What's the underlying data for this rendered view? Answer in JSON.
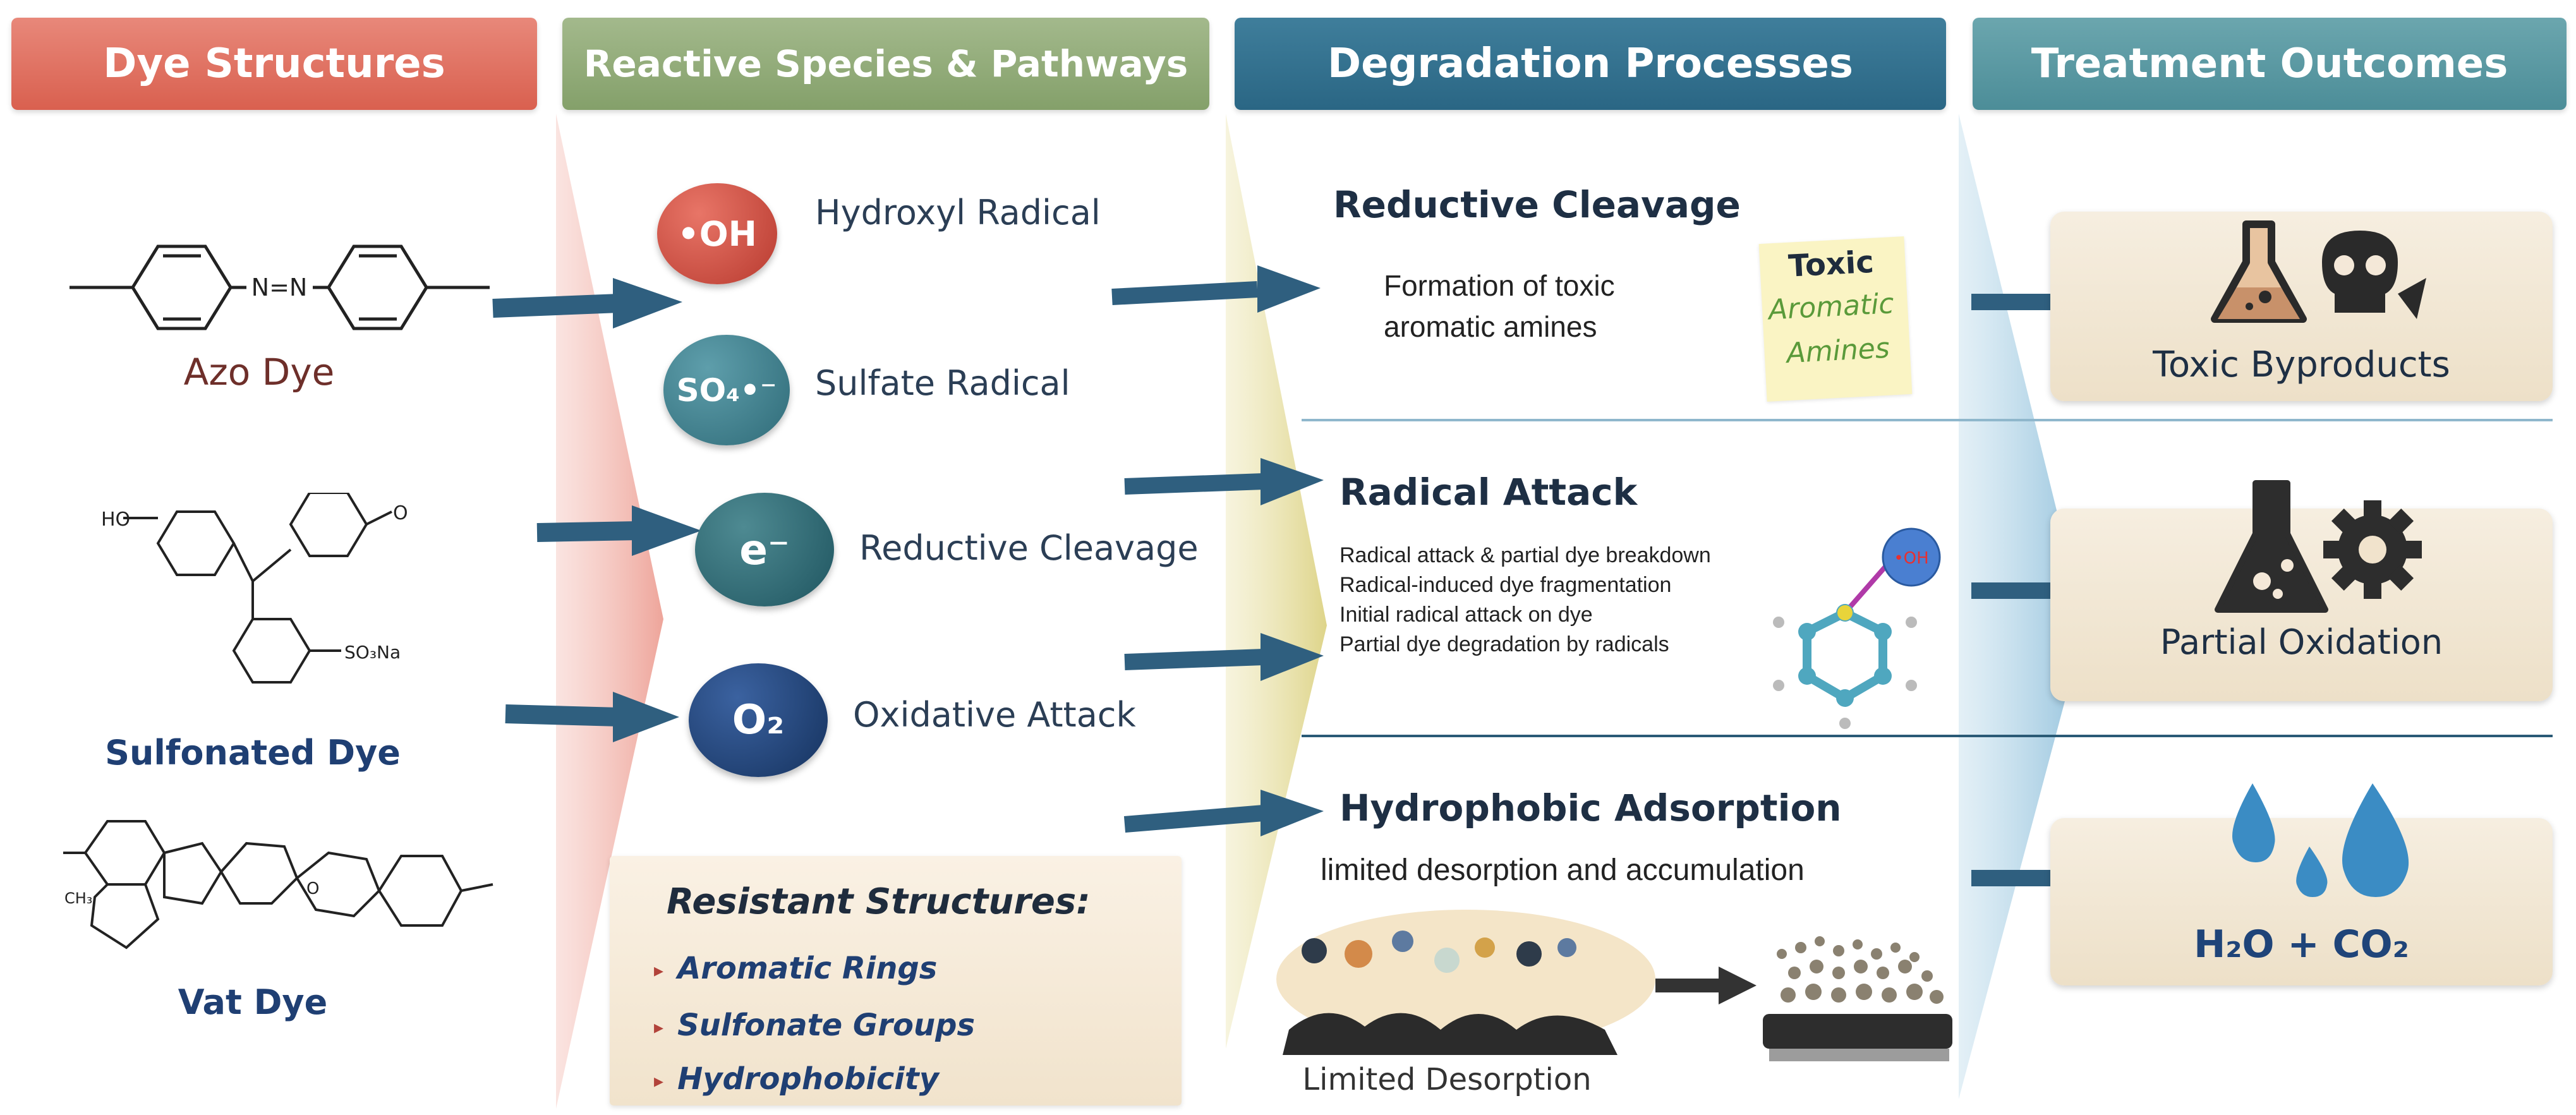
{
  "headers": {
    "dye": "Dye Structures",
    "reactive": "Reactive Species & Pathways",
    "degradation": "Degradation Processes",
    "treatment": "Treatment Outcomes"
  },
  "dyes": {
    "azo": {
      "name": "Azo Dye",
      "bond_label": "N=N"
    },
    "sulfonated": {
      "name": "Sulfonated Dye",
      "ho_label": "HO",
      "o_label": "O",
      "so3na_label": "SO₃Na"
    },
    "vat": {
      "name": "Vat Dye",
      "ch3_label": "CH₃",
      "o_label": "O"
    }
  },
  "species": [
    {
      "symbol": "•OH",
      "label": "Hydroxyl Radical",
      "color": "#c8473a"
    },
    {
      "symbol": "SO₄•⁻",
      "label": "Sulfate Radical",
      "color": "#3c7d8a"
    },
    {
      "symbol": "e⁻",
      "label": "Reductive Cleavage",
      "color": "#2e6670"
    },
    {
      "symbol": "O₂",
      "label": "Oxidative Attack",
      "color": "#1f4479"
    }
  ],
  "resistant": {
    "title": "Resistant Structures:",
    "items": [
      "Aromatic Rings",
      "Sulfonate Groups",
      "Hydrophobicity"
    ]
  },
  "processes": {
    "reductive": {
      "title": "Reductive Cleavage",
      "text_line1": "Formation of toxic",
      "text_line2": "aromatic amines",
      "tag_line1": "Toxic",
      "tag_line2": "Aromatic",
      "tag_line3": "Amines"
    },
    "radical": {
      "title": "Radical Attack",
      "lines": [
        "Radical attack & partial dye breakdown",
        "Radical-induced dye fragmentation",
        "Initial radical attack on dye",
        "Partial dye degradation by radicals"
      ],
      "oh_label": "•OH"
    },
    "hydrophobic": {
      "title": "Hydrophobic Adsorption",
      "text": "limited desorption and accumulation",
      "image_label": "Limited Desorption"
    }
  },
  "outcomes": [
    {
      "label": "Toxic Byproducts",
      "icon": "flask-skull-icon"
    },
    {
      "label": "Partial Oxidation",
      "icon": "flask-gear-icon"
    },
    {
      "label": "H₂O + CO₂",
      "icon": "water-drops-icon"
    }
  ],
  "colors": {
    "arrow": "#2f5f7f",
    "funnel_red": "#f2b3ab",
    "funnel_yellow": "#e7e0a4",
    "funnel_blue": "#9cc7dd"
  }
}
